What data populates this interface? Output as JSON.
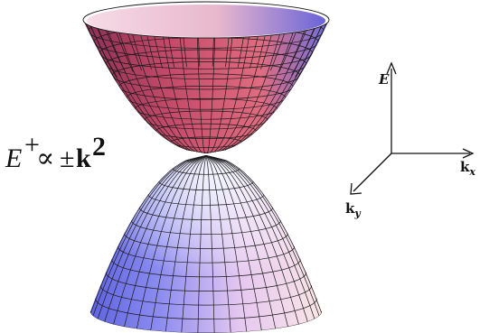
{
  "formula": {
    "symbol": "E",
    "superscript": "+",
    "relation": "∝",
    "sign": "±",
    "vector": "k",
    "power": "2"
  },
  "axes": {
    "vertical_label": "E",
    "right_label_main": "k",
    "right_label_sub": "x",
    "diagonal_label_main": "k",
    "diagonal_label_sub": "y"
  },
  "colors": {
    "upper_cone_pink": "#c6526f",
    "upper_cone_blue": "#7b72cf",
    "lower_cone_blue": "#6b6ee0",
    "lower_cone_pink": "#f2d4ee",
    "mesh": "#1a1a1a"
  }
}
